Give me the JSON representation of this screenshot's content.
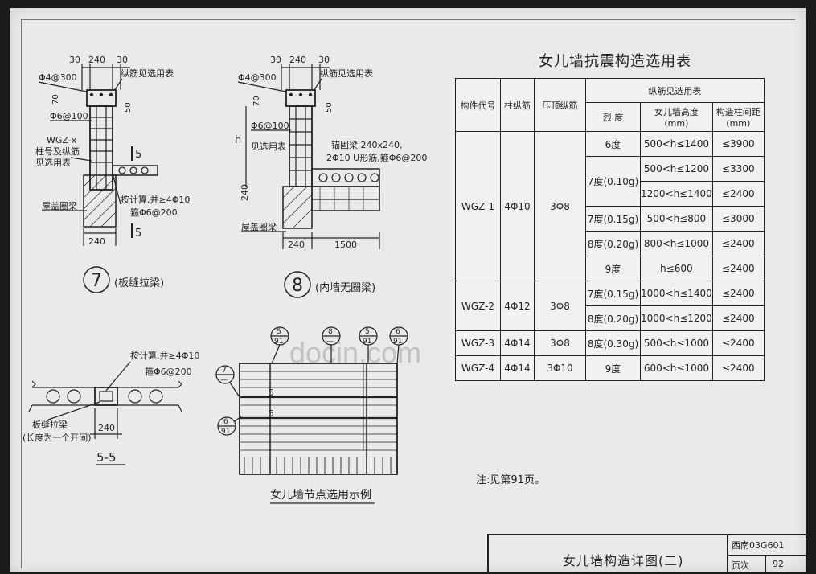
{
  "detail7": {
    "dims_top": [
      "30",
      "240",
      "30"
    ],
    "rebar_top": "Φ4@300",
    "vertical_rebar_note": "纵筋见选用表",
    "dim_70": "70",
    "dim_50": "50",
    "stirrup": "Φ6@100",
    "wgz_label": [
      "WGZ-x",
      "柱号及纵筋",
      "见选用表"
    ],
    "section_mark": "5",
    "calc_note": [
      "按计算,并≥4Φ10",
      "箍Φ6@200"
    ],
    "ring_beam": "屋盖圈梁",
    "dim_bottom": "240",
    "circle_num": "7",
    "caption": "(板缝拉梁)"
  },
  "detail8": {
    "dims_top": [
      "30",
      "240",
      "30"
    ],
    "rebar_top": "Φ4@300",
    "vertical_rebar_note": "纵筋见选用表",
    "dim_70": "70",
    "dim_50": "50",
    "dim_h": "h",
    "stirrup": [
      "Φ6@100",
      "见选用表"
    ],
    "anchor_note": [
      "锚固梁 240x240,",
      "2Φ10 U形筋,箍Φ6@200"
    ],
    "dim_240": "240",
    "ring_beam": "屋盖圈梁",
    "dim_bottom": [
      "240",
      "1500"
    ],
    "circle_num": "8",
    "caption": "(内墙无圈梁)"
  },
  "section55": {
    "calc_note": [
      "按计算,并≥4Φ10",
      "箍Φ6@200"
    ],
    "label": [
      "板缝拉梁",
      "(长度为一个开间)"
    ],
    "dim": "240",
    "name": "5-5"
  },
  "plan": {
    "callouts_top": [
      {
        "num": "5",
        "page": "91"
      },
      {
        "num": "8",
        "page": "—"
      },
      {
        "num": "5",
        "page": "91"
      },
      {
        "num": "6",
        "page": "91"
      }
    ],
    "callouts_left": [
      {
        "num": "7",
        "page": "—"
      },
      {
        "num": "6",
        "page": "91"
      }
    ],
    "section_marks": [
      "5",
      "5"
    ],
    "caption": "女儿墙节点选用示例"
  },
  "table": {
    "title": "女儿墙抗震构造选用表",
    "headers": {
      "code": "构件代号",
      "col_rebar": "柱纵筋",
      "top_rebar": "压顶纵筋",
      "group": "纵筋见选用表",
      "intensity": "烈  度",
      "height": "女儿墙高度",
      "height_unit": "(mm)",
      "spacing": "构造柱间距",
      "spacing_unit": "(mm)"
    },
    "rows": [
      {
        "code": "WGZ-1",
        "col": "4Φ10",
        "top": "3Φ8",
        "items": [
          {
            "intensity": "6度",
            "height": "500<h≤1400",
            "spacing": "≤3900"
          },
          {
            "intensity": "7度(0.10g)",
            "height": "500<h≤1200",
            "spacing": "≤3300"
          },
          {
            "intensity": "",
            "height": "1200<h≤1400",
            "spacing": "≤2400"
          },
          {
            "intensity": "7度(0.15g)",
            "height": "500<h≤800",
            "spacing": "≤3000"
          },
          {
            "intensity": "8度(0.20g)",
            "height": "800<h≤1000",
            "spacing": "≤2400"
          },
          {
            "intensity": "9度",
            "height": "h≤600",
            "spacing": "≤2400"
          }
        ]
      },
      {
        "code": "WGZ-2",
        "col": "4Φ12",
        "top": "3Φ8",
        "items": [
          {
            "intensity": "7度(0.15g)",
            "height": "1000<h≤1400",
            "spacing": "≤2400"
          },
          {
            "intensity": "8度(0.20g)",
            "height": "1000<h≤1200",
            "spacing": "≤2400"
          }
        ]
      },
      {
        "code": "WGZ-3",
        "col": "4Φ14",
        "top": "3Φ8",
        "items": [
          {
            "intensity": "8度(0.30g)",
            "height": "500<h≤1000",
            "spacing": "≤2400"
          }
        ]
      },
      {
        "code": "WGZ-4",
        "col": "4Φ14",
        "top": "3Φ10",
        "items": [
          {
            "intensity": "9度",
            "height": "600<h≤1000",
            "spacing": "≤2400"
          }
        ]
      }
    ]
  },
  "note": "注:见第91页。",
  "title_block": {
    "title": "女儿墙构造详图(二)",
    "atlas": "西南03G601",
    "page_label": "页次",
    "page_num": "92"
  },
  "watermark": "docin.com"
}
